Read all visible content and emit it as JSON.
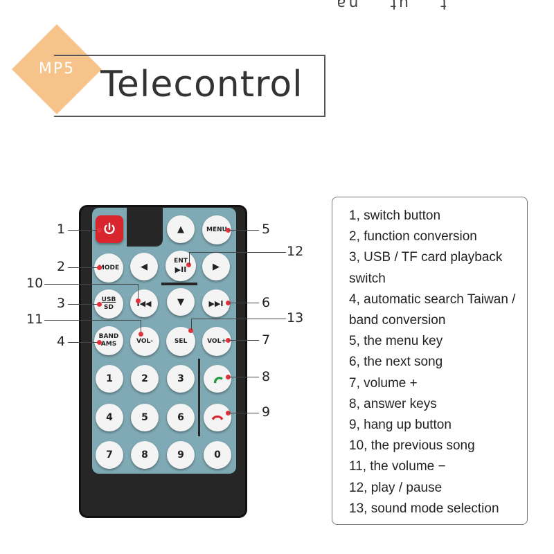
{
  "header": {
    "badge": "MP5",
    "title": "Telecontrol",
    "top_fragments": [
      "t",
      "ut",
      "na"
    ]
  },
  "remote": {
    "power_label": "⏻",
    "buttons": {
      "mode": "MODE",
      "usb": "USB",
      "sd": "SD",
      "band": "BAND",
      "ams": "AMS",
      "menu": "MENU",
      "ent": "ENT",
      "play": "▶II",
      "up": "▲",
      "down": "▼",
      "left": "◀",
      "right": "▶",
      "prev": "I◀◀",
      "next": "▶▶I",
      "vol_minus": "VOL-",
      "sel": "SEL",
      "vol_plus": "VOL+"
    },
    "numbers": [
      "1",
      "2",
      "3",
      "4",
      "5",
      "6",
      "7",
      "8",
      "9",
      "0"
    ],
    "callouts": [
      "1",
      "2",
      "10",
      "3",
      "11",
      "4",
      "5",
      "12",
      "6",
      "13",
      "7",
      "8",
      "9"
    ]
  },
  "legend": [
    "1, switch button",
    "2, function conversion",
    "3, USB / TF card playback",
    "switch",
    "4, automatic search Taiwan /",
    "band conversion",
    "5, the menu key",
    "6, the next song",
    "7, volume +",
    "8, answer keys",
    "9, hang up button",
    "10, the previous song",
    "11, the volume −",
    "12, play / pause",
    "13, sound mode selection"
  ],
  "colors": {
    "badge": "#f6c48a",
    "panel": "#7fa9b4",
    "body": "#262626",
    "power": "#d9262e",
    "answer": "#1e9a3c",
    "hangup": "#d9262e",
    "callout_dot": "#e3323a"
  }
}
